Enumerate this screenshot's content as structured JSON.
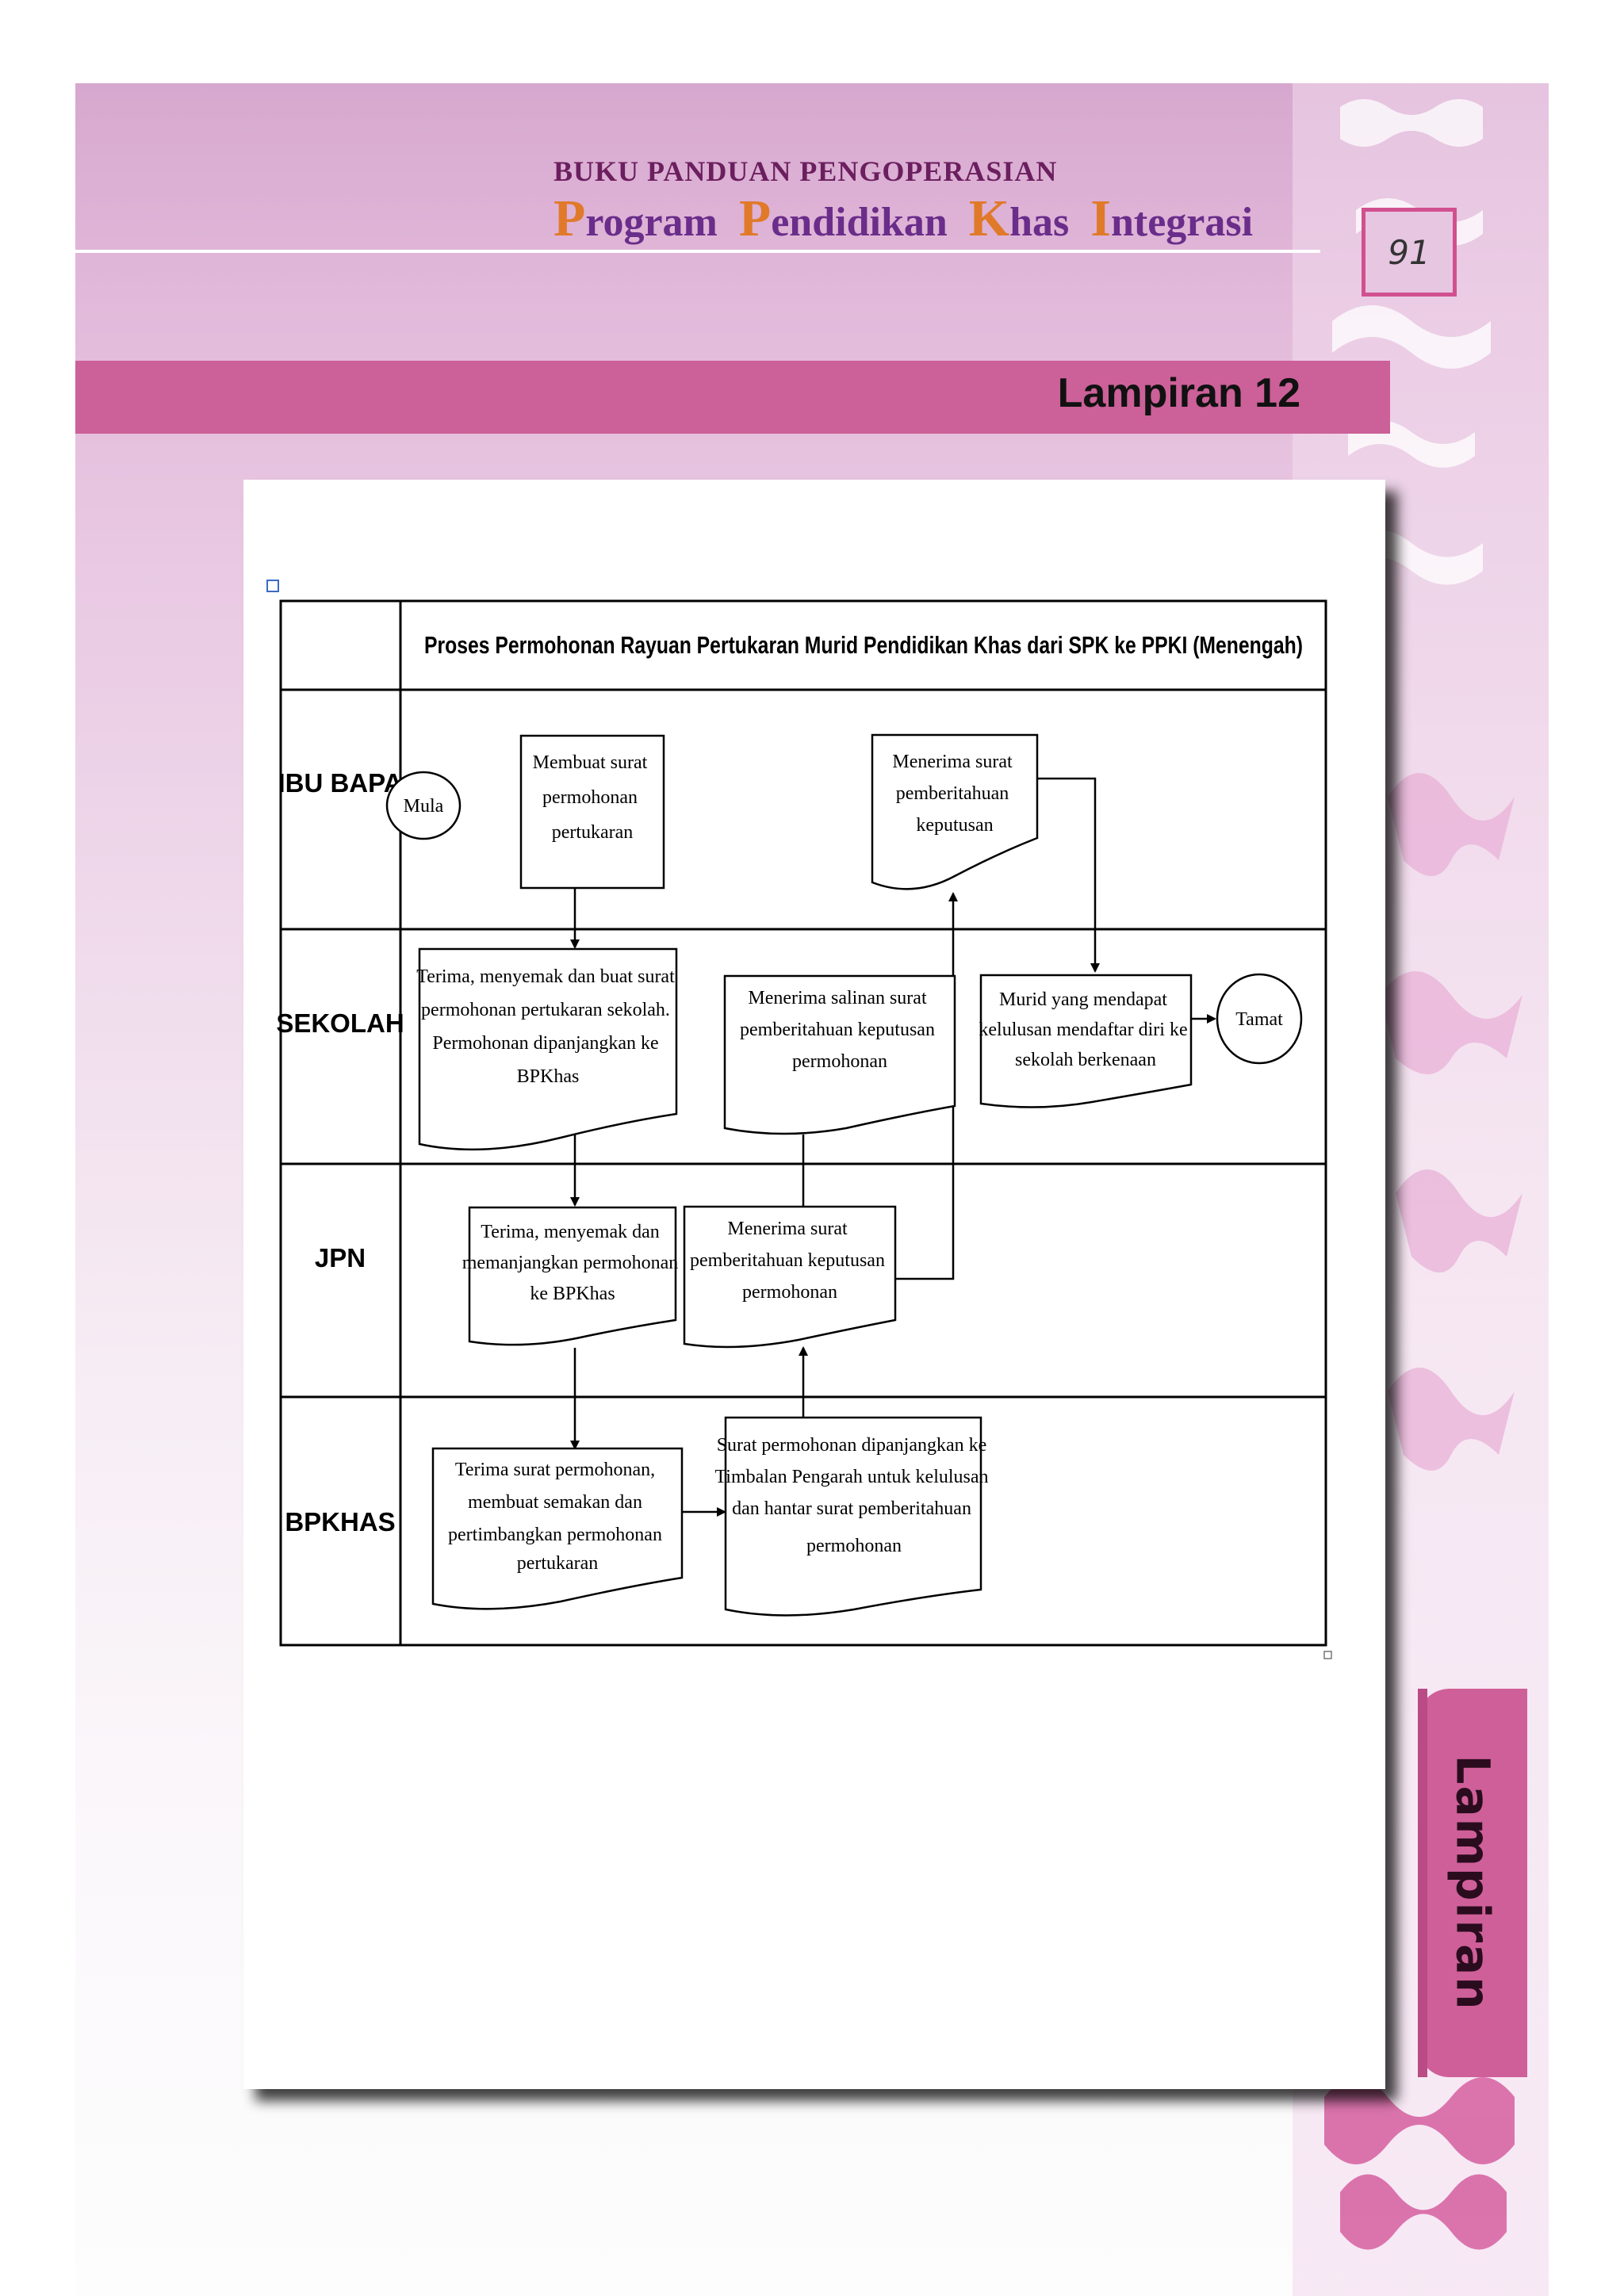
{
  "header": {
    "book_title_small": "BUKU PANDUAN PENGOPERASIAN",
    "book_title_words": [
      {
        "initial": "P",
        "rest": "rogram"
      },
      {
        "initial": "P",
        "rest": "endidikan"
      },
      {
        "initial": "K",
        "rest": "has"
      },
      {
        "initial": "I",
        "rest": "ntegrasi"
      }
    ],
    "page_number": "91"
  },
  "section": {
    "title": "Lampiran 12"
  },
  "side_tab": {
    "label": "Lampiran"
  },
  "flowchart": {
    "title": "Proses Permohonan Rayuan Pertukaran Murid Pendidikan Khas dari SPK ke PPKI (Menengah)",
    "lanes": [
      "IBU BAPA",
      "SEKOLAH",
      "JPN",
      "BPKHAS"
    ],
    "nodes": {
      "mula": "Mula",
      "tamat": "Tamat",
      "ibubapa_buat": [
        "Membuat surat",
        "permohonan",
        "pertukaran"
      ],
      "ibubapa_terima": [
        "Menerima surat",
        "pemberitahuan",
        "keputusan"
      ],
      "sekolah_terima": [
        "Terima, menyemak dan buat surat",
        "permohonan pertukaran sekolah.",
        "Permohonan dipanjangkan ke",
        "BPKhas"
      ],
      "sekolah_salinan": [
        "Menerima salinan surat",
        "pemberitahuan keputusan",
        "permohonan"
      ],
      "sekolah_murid": [
        "Murid yang mendapat",
        "kelulusan mendaftar diri ke",
        "sekolah berkenaan"
      ],
      "jpn_terima": [
        "Terima, menyemak dan",
        "memanjangkan permohonan",
        "ke BPKhas"
      ],
      "jpn_menerima": [
        "Menerima surat",
        "pemberitahuan keputusan",
        "permohonan"
      ],
      "bpkhas_terima": [
        "Terima surat permohonan,",
        "membuat semakan dan",
        "pertimbangkan permohonan",
        "pertukaran"
      ],
      "bpkhas_surat": [
        "Surat permohonan dipanjangkan ke",
        "Timbalan Pengarah untuk kelulusan",
        "dan hantar surat pemberitahuan",
        "permohonan"
      ]
    }
  }
}
